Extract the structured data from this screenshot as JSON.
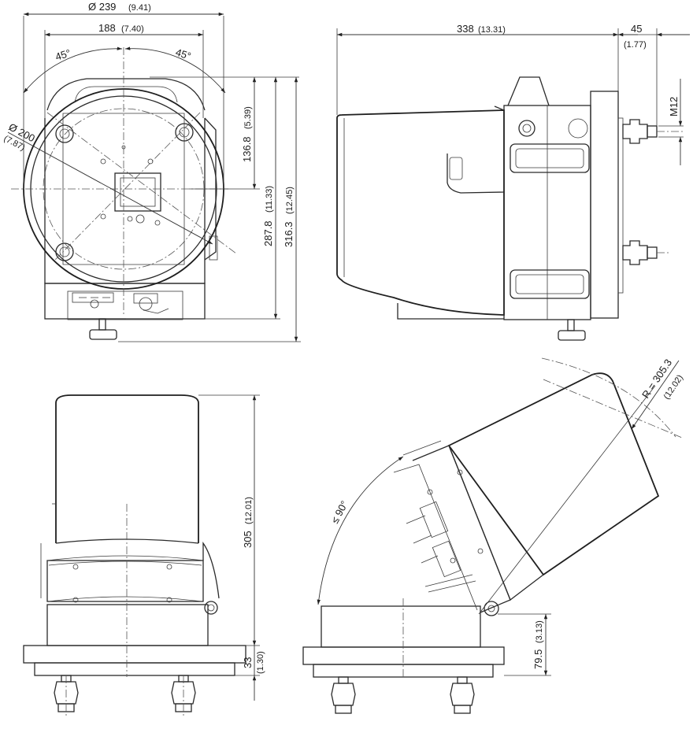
{
  "drawing": {
    "front_view": {
      "d239": "Ø 239",
      "d239_in": "(9.41)",
      "d188": "188",
      "d188_in": "(7.40)",
      "angle_left": "45°",
      "angle_right": "45°",
      "d200": "Ø 200",
      "d200_in": "(7.87)",
      "h136": "136.8",
      "h136_in": "(5.39)",
      "h287": "287.8",
      "h287_in": "(11.33)",
      "h316": "316.3",
      "h316_in": "(12.45)"
    },
    "side_view": {
      "w338": "338",
      "w338_in": "(13.31)",
      "w45": "45",
      "w45_in": "(1.77)",
      "thread": "M12"
    },
    "bottom_left_view": {
      "h305": "305",
      "h305_in": "(12.01)",
      "h33": "33",
      "h33_in": "(1.30)"
    },
    "tilt_view": {
      "angle": "≤ 90°",
      "radius": "R = 305.3",
      "radius_in": "(12.02)",
      "h79": "79.5",
      "h79_in": "(3.13)"
    }
  }
}
